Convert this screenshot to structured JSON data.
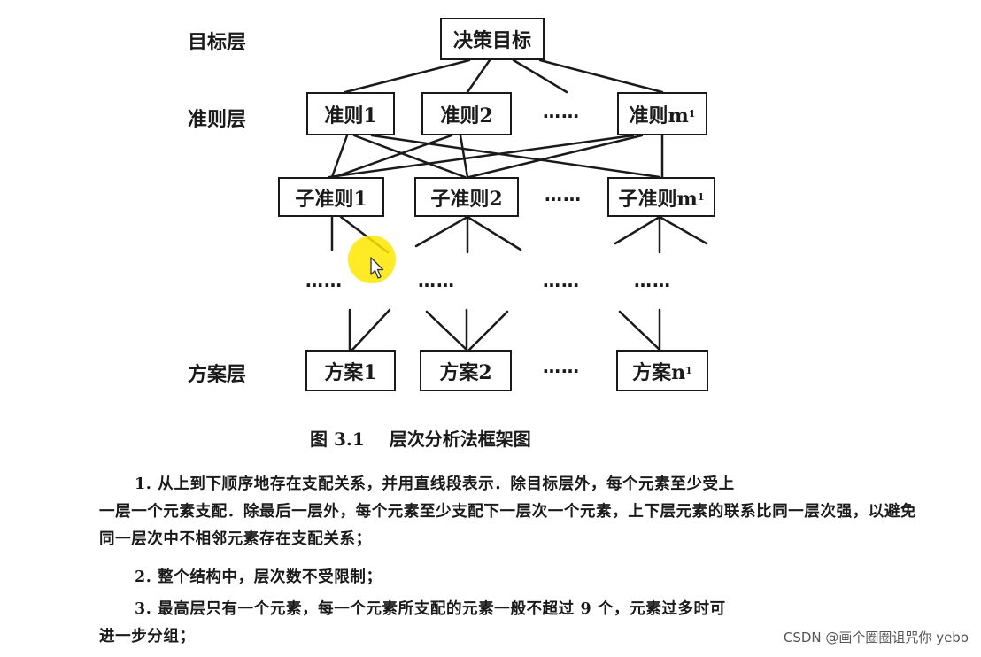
{
  "layers": {
    "goal": "目标层",
    "criteria": "准则层",
    "alternatives": "方案层"
  },
  "nodes": {
    "goal": "决策目标",
    "criterion_1": "准则1",
    "criterion_2": "准则2",
    "criterion_m_main": "准则m",
    "criterion_m_sub": "1",
    "subcriterion_1": "子准则1",
    "subcriterion_2": "子准则2",
    "subcriterion_m_main": "子准则m",
    "subcriterion_m_sub": "1",
    "alternative_1": "方案1",
    "alternative_2": "方案2",
    "alternative_n_main": "方案n",
    "alternative_n_sub": "1"
  },
  "ellipsis": {
    "short": "……",
    "long": "……"
  },
  "caption": {
    "number": "图 3.1",
    "title": "层次分析法框架图"
  },
  "paragraphs": [
    {
      "first": "1. 从上到下顺序地存在支配关系，并用直线段表示．除目标层外，每个元素至少受上",
      "rest": "一层一个元素支配．除最后一层外，每个元素至少支配下一层次一个元素，上下层元素的联系比同一层次强，以避免同一层次中不相邻元素存在支配关系；"
    },
    {
      "first": "2. 整个结构中，层次数不受限制；",
      "rest": ""
    },
    {
      "first": "3. 最高层只有一个元素，每一个元素所支配的元素一般不超过 9 个，元素过多时可",
      "rest": "进一步分组；"
    }
  ],
  "watermark": "CSDN @画个圈圈诅咒你 yebo",
  "cursor_color": "#ffe600"
}
